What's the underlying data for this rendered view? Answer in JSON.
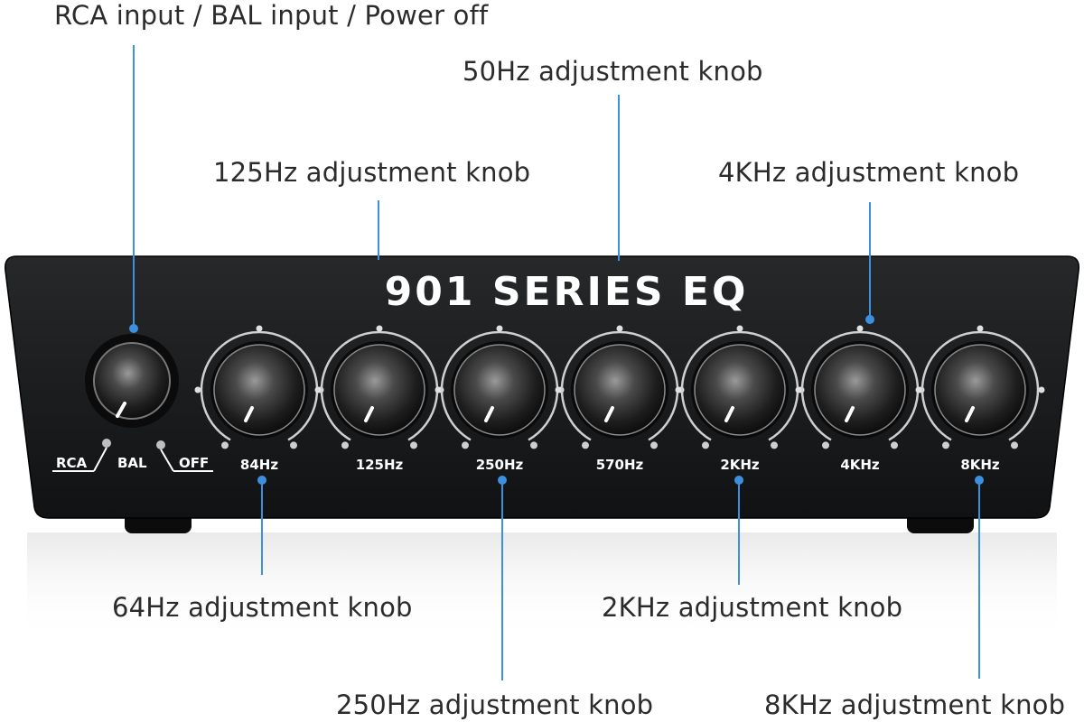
{
  "device": {
    "brand_title": "901 SERIES EQ",
    "source_switch": {
      "labels": [
        "RCA",
        "BAL",
        "OFF"
      ],
      "selected": "BAL"
    },
    "eq_knobs": [
      {
        "label": "84Hz"
      },
      {
        "label": "125Hz"
      },
      {
        "label": "250Hz"
      },
      {
        "label": "570Hz"
      },
      {
        "label": "2KHz"
      },
      {
        "label": "4KHz"
      },
      {
        "label": "8KHz"
      }
    ]
  },
  "callouts": {
    "rca_bal_power": "RCA input / BAL input / Power off",
    "hz50": "50Hz adjustment knob",
    "hz125": "125Hz adjustment knob",
    "khz4": "4KHz adjustment knob",
    "hz64": "64Hz adjustment knob",
    "khz2": "2KHz adjustment knob",
    "hz250": "250Hz adjustment knob",
    "khz8": "8KHz adjustment knob"
  },
  "colors": {
    "callout_line": "#3d8fe0",
    "panel": "#151617",
    "text_on_panel": "#ffffff"
  }
}
